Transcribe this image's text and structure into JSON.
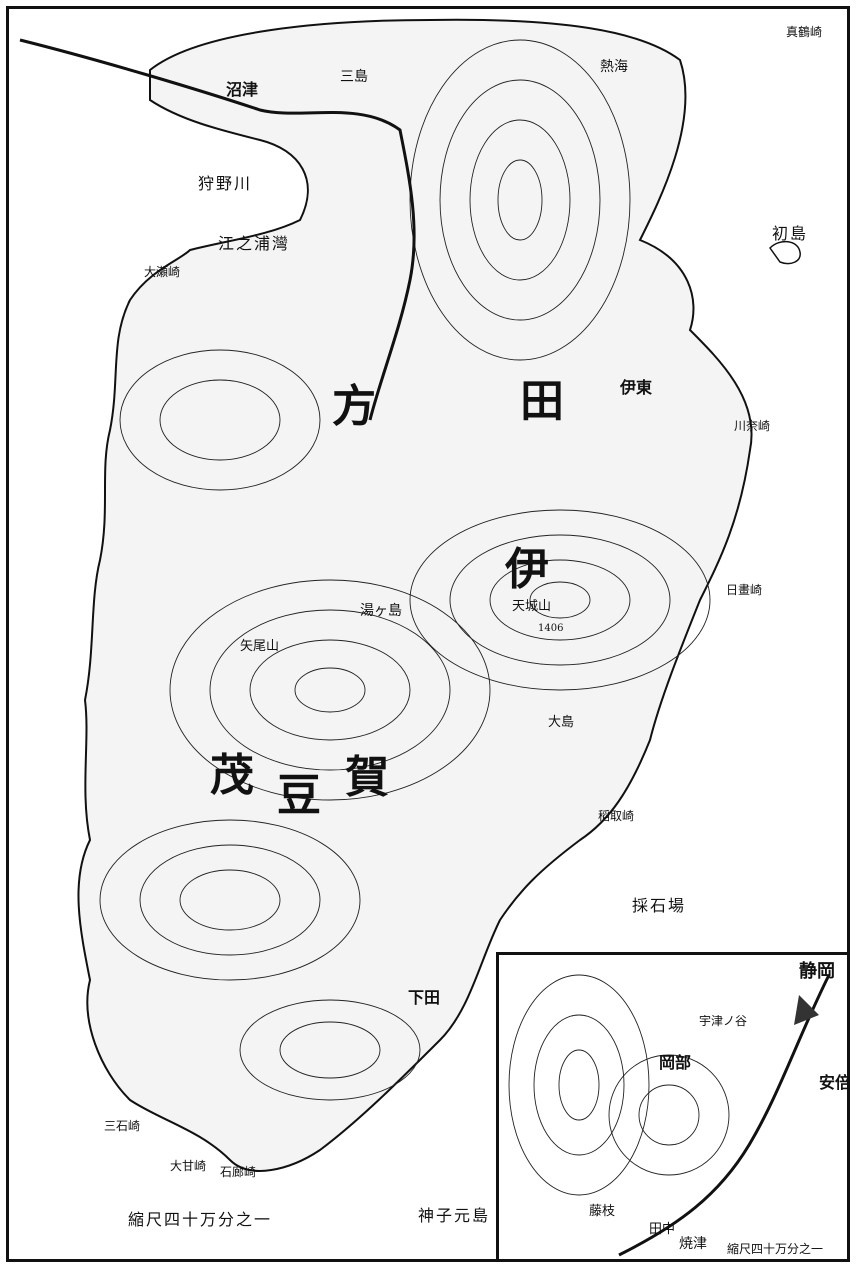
{
  "map": {
    "province_letters": [
      "伊",
      "豆",
      "賀",
      "茂",
      "方",
      "田"
    ],
    "water_labels": {
      "bay": "江之浦灣",
      "kano_river": "狩野川"
    },
    "island_labels": {
      "hatsushima": "初島",
      "mikomoto": "神子元島"
    },
    "capes": {
      "manazuru": "真鶴崎",
      "kawana": "川奈崎",
      "hitachi": "日畫崎",
      "inatori": "稻取崎",
      "iro": "石廊崎",
      "oseza": "大瀬崎",
      "naminkai": "大甘崎",
      "three_stones": "三石崎"
    },
    "places": {
      "numazu": "沼津",
      "ito": "伊東",
      "shimoda": "下田",
      "yugashima": "湯ヶ島",
      "mishima": "三島",
      "atami": "熱海",
      "saiba": "採石場",
      "oshima": "大島"
    },
    "peaks": {
      "amagi": "天城山",
      "yaoyama": "矢尾山",
      "number_1406": "1406"
    },
    "scale": "縮尺四十万分之一"
  },
  "inset": {
    "city": "静岡",
    "river": "安倍川",
    "area": "岡部",
    "places": [
      "焼津",
      "藤枝",
      "田中",
      "宇津ノ谷"
    ],
    "scale": "縮尺四十万分之一"
  }
}
